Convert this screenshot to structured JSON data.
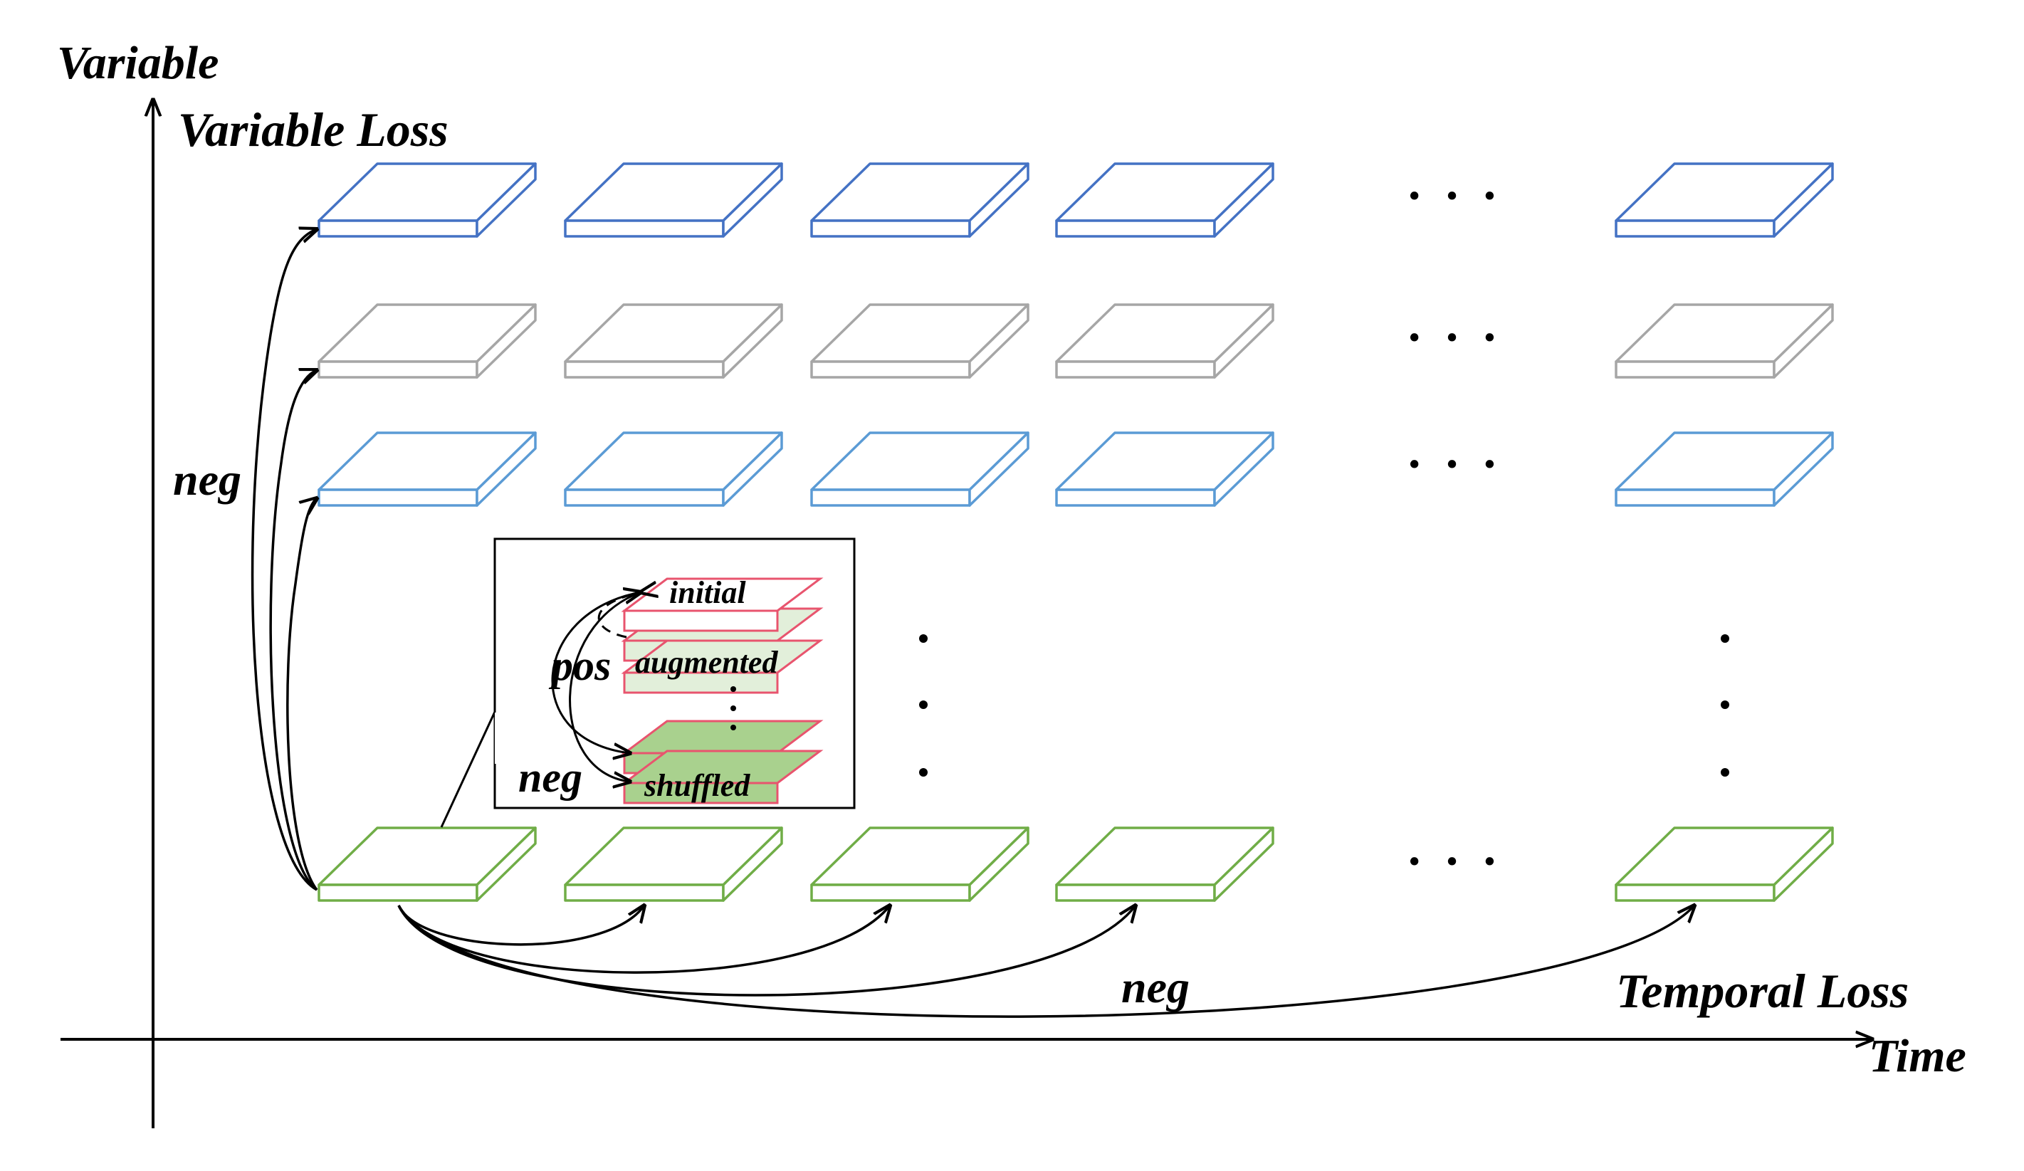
{
  "axes": {
    "y_label": "Variable",
    "x_label": "Time"
  },
  "losses": {
    "variable": "Variable Loss",
    "temporal": "Temporal Loss"
  },
  "arrow_labels": {
    "variable_neg": "neg",
    "temporal_neg": "neg"
  },
  "ellipsis": "· · ·",
  "inset": {
    "initial": "initial",
    "augmented": "augmented",
    "shuffled": "shuffled",
    "pos": "pos",
    "neg": "neg"
  },
  "colors": {
    "row_blue_dark": "#4472C4",
    "row_gray": "#A6A6A6",
    "row_blue_light": "#5B9BD5",
    "row_green": "#70AD47",
    "inset_pink": "#E8546E",
    "inset_fill_light": "#E2EFDA",
    "inset_fill_dark": "#A9D18E"
  }
}
